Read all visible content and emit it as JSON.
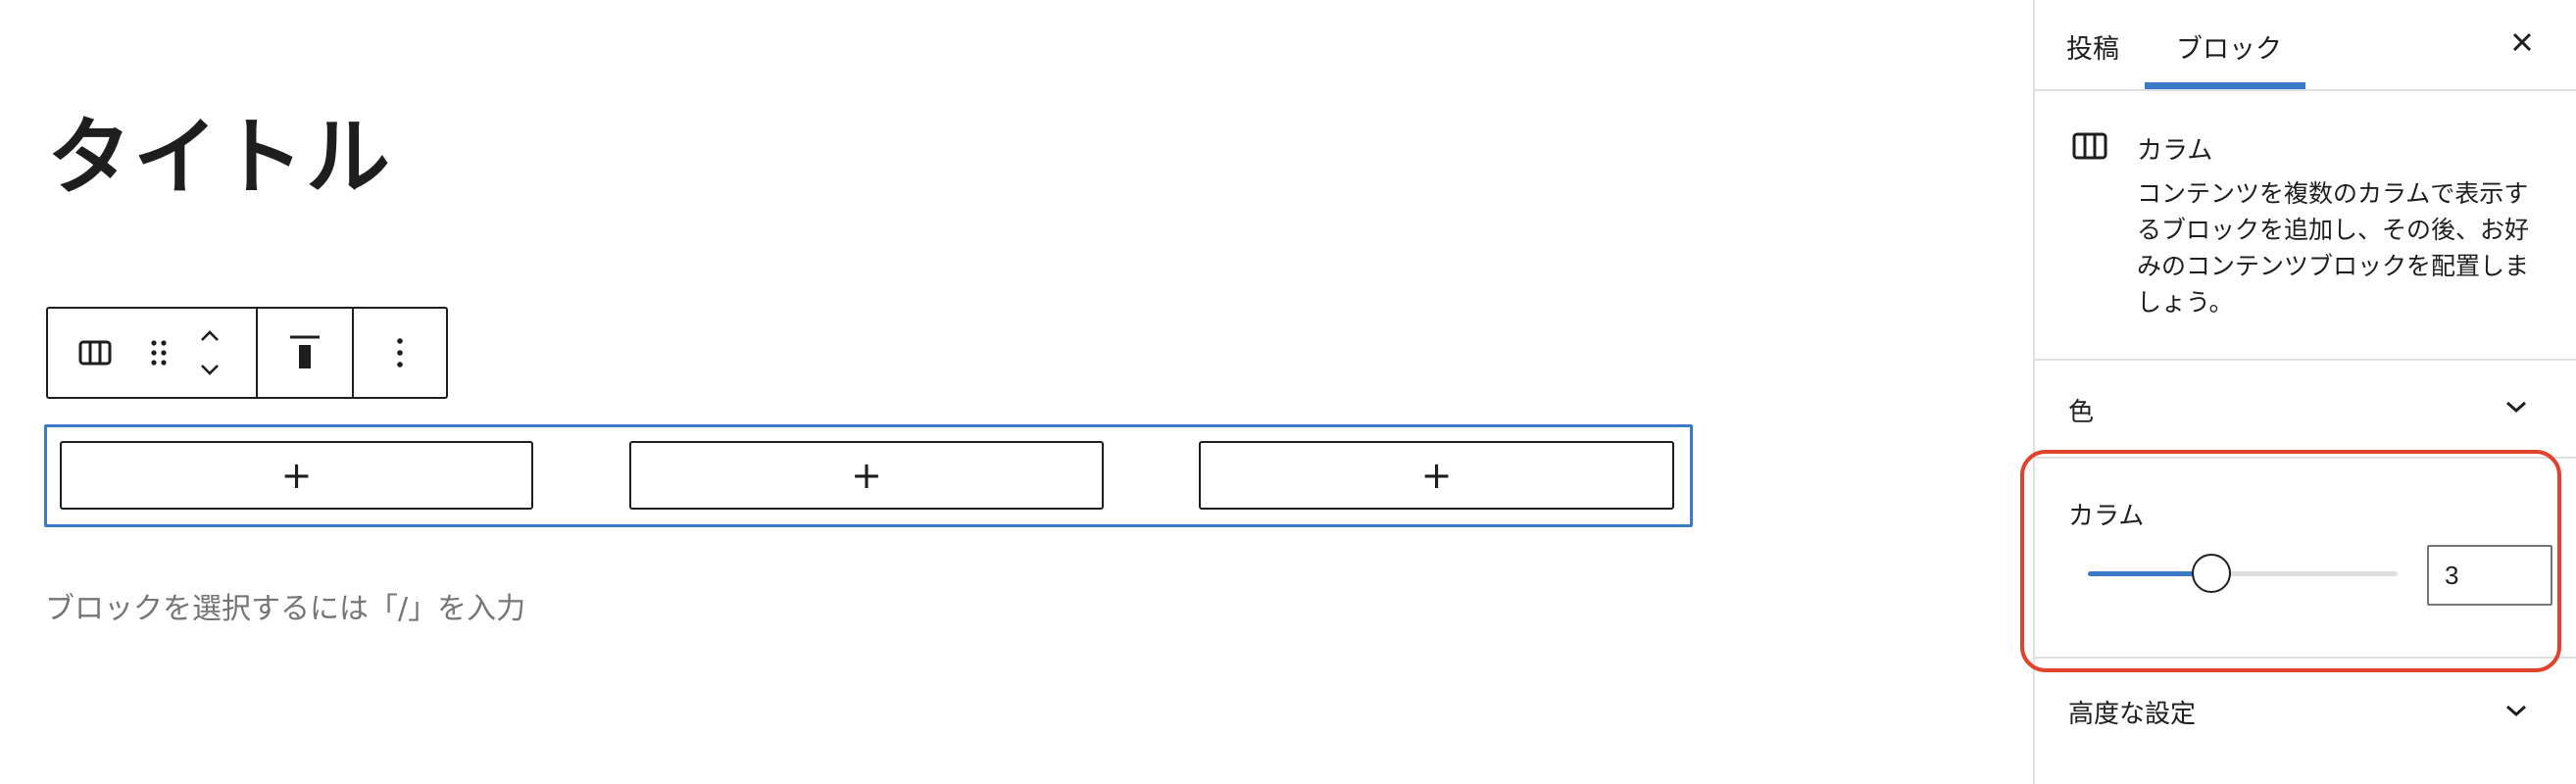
{
  "editor": {
    "title": "タイトル",
    "hint": "ブロックを選択するには「/」を入力",
    "toolbar": {
      "block_type_icon": "columns-icon",
      "drag_icon": "drag-handle-icon",
      "move_up_icon": "chevron-up-icon",
      "move_down_icon": "chevron-down-icon",
      "align_icon": "align-top-icon",
      "options_icon": "more-vertical-icon"
    },
    "columns": [
      {
        "appender_label": "+"
      },
      {
        "appender_label": "+"
      },
      {
        "appender_label": "+"
      }
    ]
  },
  "sidebar": {
    "tabs": [
      {
        "label": "投稿",
        "active": false
      },
      {
        "label": "ブロック",
        "active": true
      }
    ],
    "close_icon": "close-icon",
    "block_card": {
      "icon": "columns-icon",
      "title": "カラム",
      "description": "コンテンツを複数のカラムで表示するブロックを追加し、その後、お好みのコンテンツブロックを配置しましょう。"
    },
    "panels": {
      "color": {
        "label": "色",
        "expanded": false
      },
      "columns": {
        "label": "カラム",
        "value": "3",
        "slider_percent": 40
      },
      "advanced": {
        "label": "高度な設定",
        "expanded": false
      }
    }
  },
  "colors": {
    "accent": "#3a7bc8",
    "highlight": "#e0422e",
    "hint_text": "#757575"
  }
}
